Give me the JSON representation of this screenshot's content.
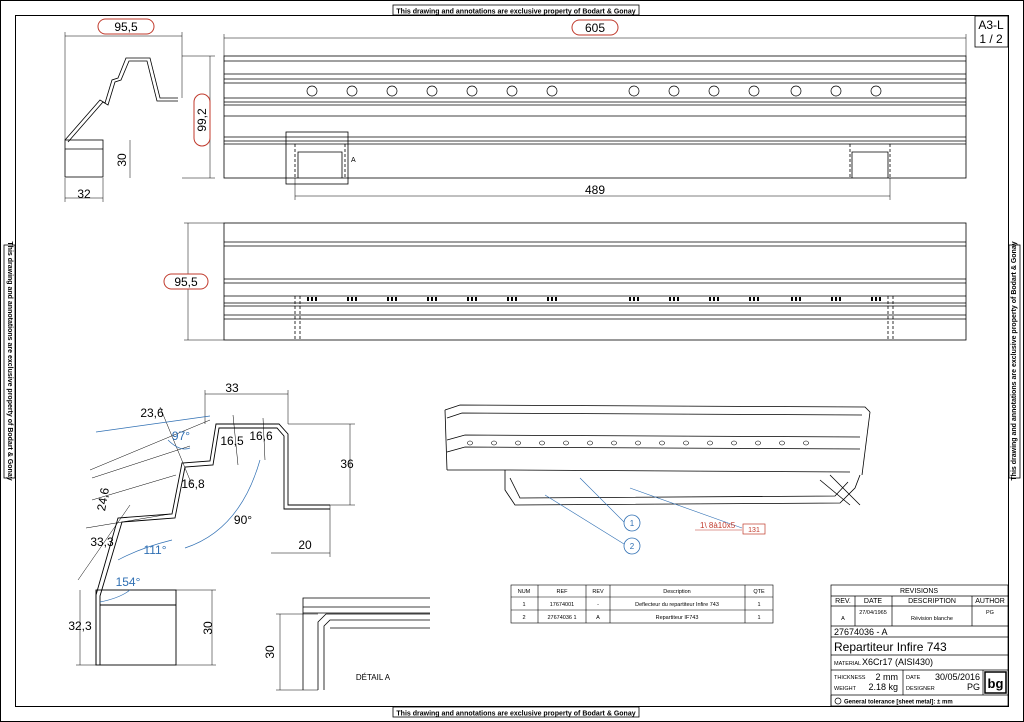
{
  "border": {
    "notice": "This drawing and annotations are exclusive property of Bodart & Gonay"
  },
  "sheet": {
    "size": "A3-L",
    "page": "1 / 2"
  },
  "dimensions": {
    "d95_5_top": "95,5",
    "d605": "605",
    "d99_2": "99,2",
    "d30_left": "30",
    "d32": "32",
    "d489": "489",
    "d95_5_mid": "95,5",
    "d33": "33",
    "d23_6": "23,6",
    "d97": "97°",
    "d16_5": "16,5",
    "d16_6": "16,6",
    "d36": "36",
    "d16_8": "16,8",
    "d24_6": "24,6",
    "d90": "90°",
    "d33_3": "33,3",
    "d111": "111°",
    "d20": "20",
    "d154": "154°",
    "d32_3": "32,3",
    "d30_sec": "30",
    "d30_detail": "30",
    "detail_label": "DÉTAIL A",
    "detail_marker": "A"
  },
  "callouts": {
    "balloon1": "1",
    "balloon2": "2",
    "weld_note": "1\\ 8à10x5",
    "weld_ref": "131"
  },
  "bom": {
    "headers": [
      "NUM",
      "REF",
      "REV",
      "Description",
      "QTE"
    ],
    "rows": [
      [
        "1",
        "17674001",
        "-",
        "Deflecteur du repartiteur Infire 743",
        "1"
      ],
      [
        "2",
        "27674036 1",
        "A",
        "Repartiteur IF743",
        "1"
      ]
    ]
  },
  "revisions": {
    "title": "REVISIONS",
    "headers": [
      "REV.",
      "DATE",
      "DESCRIPTION",
      "AUTHOR"
    ],
    "row": [
      "A",
      "27/04/1965",
      "Révision blanche",
      "PG"
    ]
  },
  "titleblock": {
    "part_number": "27674036 - A",
    "title": "Repartiteur Infire 743",
    "material_label": "MATERIAL",
    "material": "X6Cr17 (AISI430)",
    "thickness_label": "THICKNESS",
    "thickness": "2 mm",
    "weight_label": "WEIGHT",
    "weight": "2.18 kg",
    "date_label": "DATE",
    "date": "30/05/2016",
    "designer_label": "DESIGNER",
    "designer": "PG",
    "logo": "bg",
    "tolerance": "General tolerance [sheet metal]: ± mm"
  },
  "colors": {
    "dimension": "#c0392b",
    "annotation": "#2f6fb3"
  }
}
